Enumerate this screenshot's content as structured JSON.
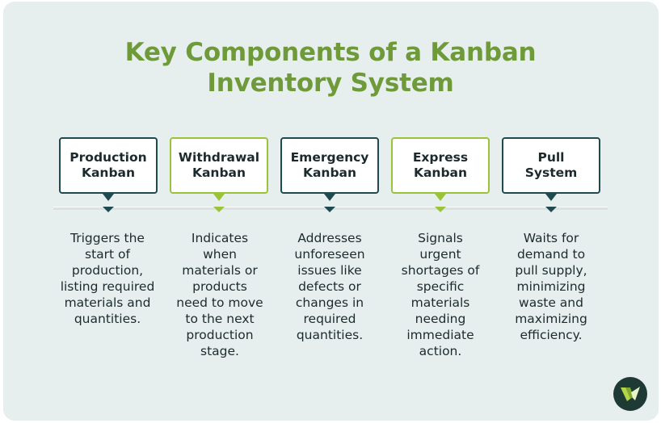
{
  "title": {
    "line1": "Key Components of a Kanban",
    "line2": "Inventory System"
  },
  "colors": {
    "background": "#e6efed",
    "title": "#6f9a3a",
    "dark_border": "#1f4a4f",
    "green_border": "#9bc33a",
    "text": "#1c2a2e"
  },
  "components": [
    {
      "label_line1": "Production",
      "label_line2": "Kanban",
      "desc_lines": [
        "Triggers the",
        "start of",
        "production,",
        "listing required",
        "materials and",
        "quantities."
      ],
      "accent": "dark"
    },
    {
      "label_line1": "Withdrawal",
      "label_line2": "Kanban",
      "desc_lines": [
        "Indicates",
        "when",
        "materials or",
        "products",
        "need to move",
        "to the next",
        "production",
        "stage."
      ],
      "accent": "green"
    },
    {
      "label_line1": "Emergency",
      "label_line2": "Kanban",
      "desc_lines": [
        "Addresses",
        "unforeseen",
        "issues like",
        "defects or",
        "changes in",
        "required",
        "quantities."
      ],
      "accent": "dark"
    },
    {
      "label_line1": "Express",
      "label_line2": "Kanban",
      "desc_lines": [
        "Signals",
        "urgent",
        "shortages of",
        "specific",
        "materials",
        "needing",
        "immediate",
        "action."
      ],
      "accent": "green"
    },
    {
      "label_line1": "Pull",
      "label_line2": "System",
      "desc_lines": [
        "Waits for",
        "demand to",
        "pull supply,",
        "minimizing",
        "waste and",
        "maximizing",
        "efficiency."
      ],
      "accent": "dark"
    }
  ],
  "logo_icon": "brand-logo-icon"
}
